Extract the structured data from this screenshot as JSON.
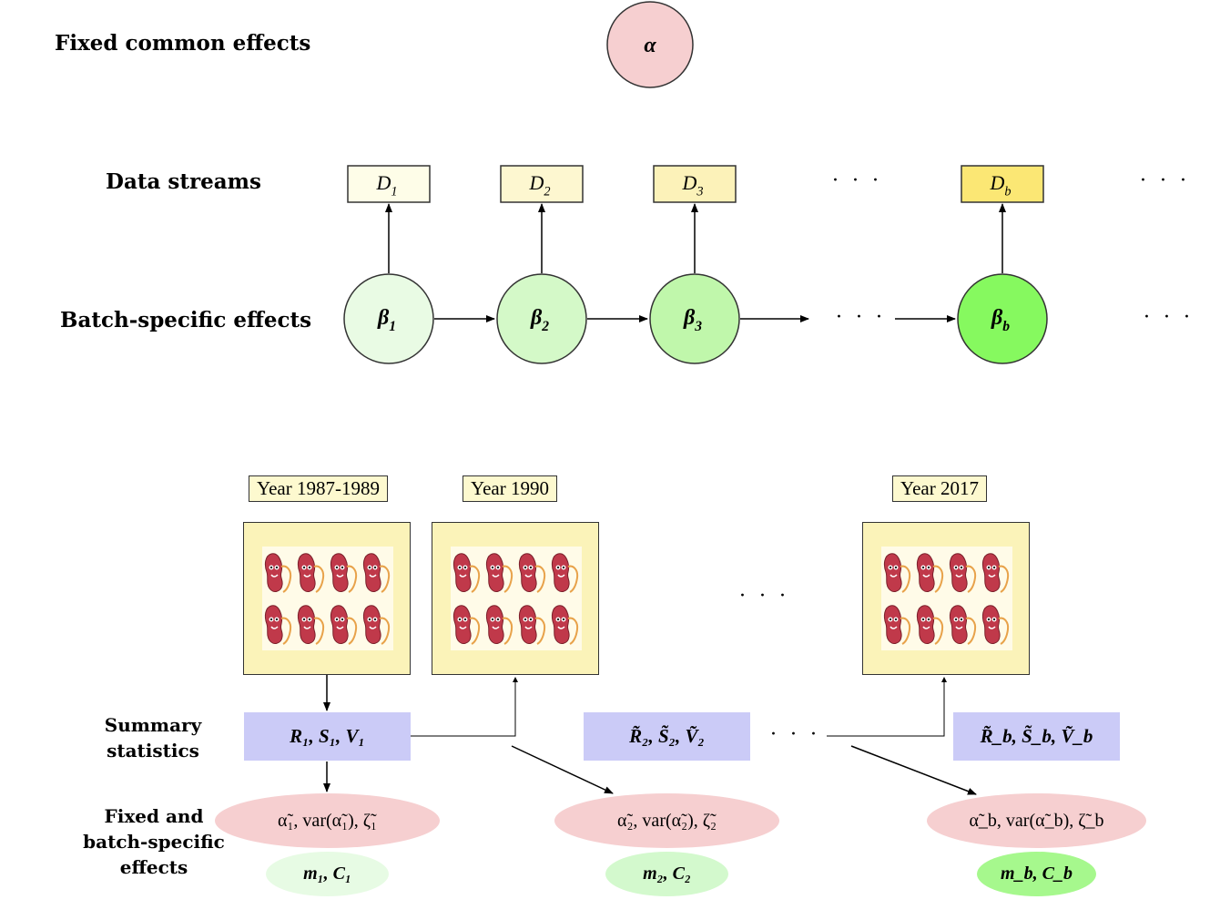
{
  "labels": {
    "fixed_common": "Fixed common effects",
    "data_streams": "Data streams",
    "batch_specific": "Batch-specific effects",
    "summary_line1": "Summary",
    "summary_line2": "statistics",
    "fixed_batch_line1": "Fixed and",
    "fixed_batch_line2": "batch-specific",
    "fixed_batch_line3": "effects"
  },
  "alpha_node": {
    "symbol": "α",
    "color": "#f6cfd0"
  },
  "data_nodes": [
    {
      "label": "D",
      "sub": "1",
      "color": "#fefde8"
    },
    {
      "label": "D",
      "sub": "2",
      "color": "#fdf7d0"
    },
    {
      "label": "D",
      "sub": "3",
      "color": "#fcf2b9"
    },
    {
      "label": "D",
      "sub": "b",
      "color": "#fbe774"
    }
  ],
  "beta_nodes": [
    {
      "label": "β",
      "sub": "1",
      "color": "#e9fbe4"
    },
    {
      "label": "β",
      "sub": "2",
      "color": "#d4f9c8"
    },
    {
      "label": "β",
      "sub": "3",
      "color": "#c0f7ab"
    },
    {
      "label": "β",
      "sub": "b",
      "color": "#86f95f"
    }
  ],
  "ellipsis": "· · ·",
  "years": [
    "Year 1987-1989",
    "Year 1990",
    "Year 2017"
  ],
  "stats": [
    "R₁, S₁, V₁",
    "R̃₂, S̃₂, Ṽ₂",
    "R̃_b, S̃_b, Ṽ_b"
  ],
  "estimates": [
    {
      "text": "α̃₁, var(α̃₁), ζ̃₁",
      "color": "#f6cfd0"
    },
    {
      "text": "α̃₂, var(α̃₂), ζ̃₂",
      "color": "#f6cfd0"
    },
    {
      "text": "α̃_b, var(α̃_b), ζ̃_b",
      "color": "#f6cfd0"
    }
  ],
  "moments": [
    {
      "text": "m₁, C₁",
      "color": "#e7fbe4"
    },
    {
      "text": "m₂, C₂",
      "color": "#d3f9cd"
    },
    {
      "text": "m_b, C_b",
      "color": "#a6f88d"
    }
  ],
  "colors": {
    "stat_box": "#cbcbf7",
    "year_label": "#fdf9cf",
    "tile": "#fbf3b9"
  },
  "icon_names": [
    "kidney-icon"
  ]
}
